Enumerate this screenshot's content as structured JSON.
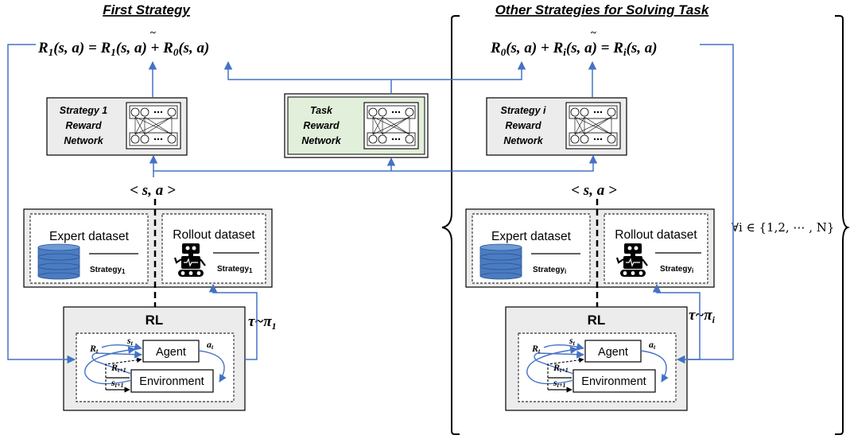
{
  "headings": {
    "left": "First Strategy",
    "right": "Other Strategies for Solving Task"
  },
  "equations": {
    "left": [
      "R",
      "1",
      "(s, a) = ",
      "R",
      "1",
      "(s, a) + ",
      "R",
      "0",
      "(s, a)"
    ],
    "right": [
      "R",
      "0",
      "(s, a) + ",
      "R",
      "i",
      "(s, a) = ",
      "R",
      "i",
      "(s, a)"
    ]
  },
  "reward_networks": {
    "strategy1": [
      "Strategy 1",
      "Reward",
      "Network"
    ],
    "task": [
      "Task",
      "Reward",
      "Network"
    ],
    "strategy_i": [
      "Strategy i",
      "Reward",
      "Network"
    ]
  },
  "state_action": "< s, a >",
  "datasets": {
    "expert_label": "Expert dataset",
    "rollout_label": "Rollout dataset",
    "left_strategy": "Strategy",
    "left_strategy_sub": "1",
    "right_strategy": "Strategy",
    "right_strategy_sub": "i"
  },
  "rl": {
    "title": "RL",
    "agent": "Agent",
    "environment": "Environment",
    "s_t": "s",
    "s_t_sub": "t",
    "a_t": "a",
    "a_t_sub": "t",
    "r_t": "R",
    "r_t_sub": "t",
    "r_t1": "R",
    "r_t1_sub": "t+1",
    "s_t1": "s",
    "s_t1_sub": "t+1"
  },
  "policies": {
    "left": "τ~π",
    "left_sub": "1",
    "right": "τ~π",
    "right_sub": "i"
  },
  "forall": "∀i ∈ {1,2, ⋯ , N}",
  "colors": {
    "arrow": "#4472C4",
    "panel": "#eeeeee",
    "task_panel": "#e2efda",
    "database": "#4a7cc1"
  }
}
